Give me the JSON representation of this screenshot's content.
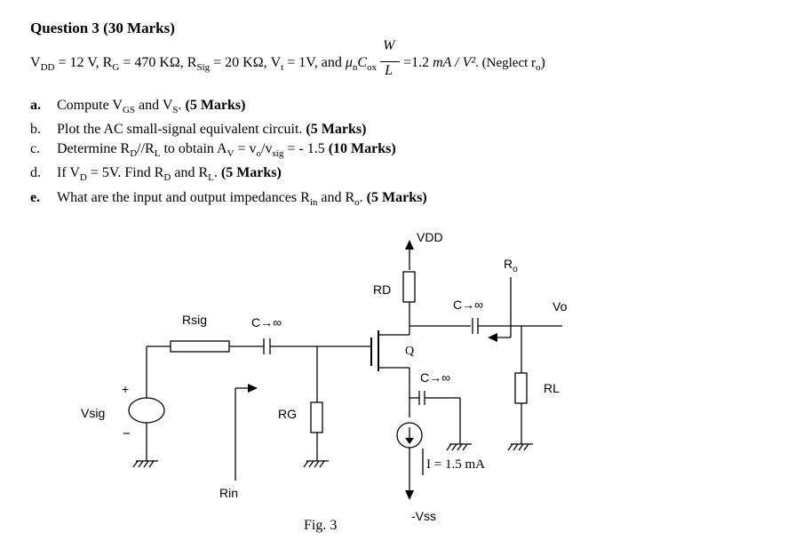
{
  "question": {
    "title": "Question 3 (30 Marks)"
  },
  "given": {
    "vdd": "V",
    "vdd_sub": "DD",
    "vdd_val": " = 12 V, R",
    "rg_sub": "G",
    "rg_val": " = 470 KΩ, R",
    "rsig_sub": "Sig",
    "rsig_val": " = 20 KΩ, V",
    "vt_sub": "t",
    "vt_val": " = 1V, and ",
    "mu": "μ",
    "mu_sub": "n",
    "cox": "C",
    "cox_sub": "ox",
    "w": "W",
    "l": "L",
    "eq": "=1.2",
    "unit": "mA / V²",
    "neglect": ". (Neglect r",
    "ro_sub": "o",
    "close": ")"
  },
  "parts": [
    {
      "label": "a.",
      "text": "Compute V",
      "s1": "GS",
      "t2": " and V",
      "s2": "S",
      "t3": ". ",
      "marks": "(5 Marks)",
      "bold_label": true
    },
    {
      "label": "b.",
      "text": "Plot the AC small-signal equivalent circuit. ",
      "marks": "(5 Marks)",
      "bold_label": false
    },
    {
      "label": "c.",
      "text": "Determine R",
      "s1": "D",
      "t2": "//R",
      "s2": "L",
      "t3": " to obtain A",
      "s3": "V",
      "t4": " = v",
      "s4": "o",
      "t5": "/v",
      "s5": "sig",
      "t6": " = - 1.5 ",
      "marks": "(10 Marks)",
      "bold_label": false
    },
    {
      "label": "d.",
      "text": "If V",
      "s1": "D",
      "t2": " = 5V. Find R",
      "s2": "D",
      "t3": " and R",
      "s3": "L",
      "t4": ". ",
      "marks": "(5 Marks)",
      "bold_label": false
    },
    {
      "label": "e.",
      "text": "What are the input and output impedances R",
      "s1": "in",
      "t2": " and R",
      "s2": "o",
      "t3": ". ",
      "marks": "(5 Marks)",
      "bold_label": true
    }
  ],
  "circuit": {
    "vdd_label": "VDD",
    "ro_label": "R",
    "ro_sub": "o",
    "rd_label": "RD",
    "cap_top_right": "C→∞",
    "vo_label": "Vo",
    "rsig_label": "Rsig",
    "cap_left": "C→∞",
    "q_label": "Q",
    "cap_source": "C→∞",
    "plus": "+",
    "minus": "−",
    "rl_label": "RL",
    "vsig_label": "Vsig",
    "rg_label": "RG",
    "current_label": "I = 1.5 mA",
    "rin_label": "Rin",
    "vss_label": "-Vss",
    "fig_label": "Fig. 3"
  }
}
